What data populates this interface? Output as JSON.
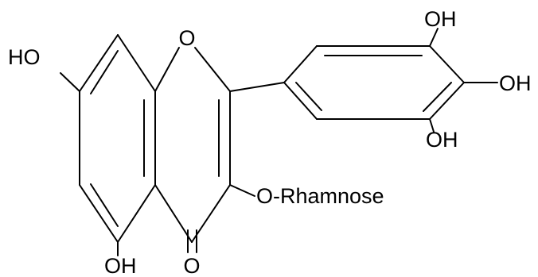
{
  "labels": {
    "ring_oxygen": "O",
    "ho_left": "HO",
    "oh_bottom": "OH",
    "carbonyl_oxygen": "O",
    "o_rhamnose": "O-Rhamnose",
    "oh_top_right": "OH",
    "oh_right": "OH",
    "oh_lower_right": "OH"
  },
  "colors": {
    "bond": "#000000",
    "text": "#000000",
    "background": "#ffffff"
  }
}
